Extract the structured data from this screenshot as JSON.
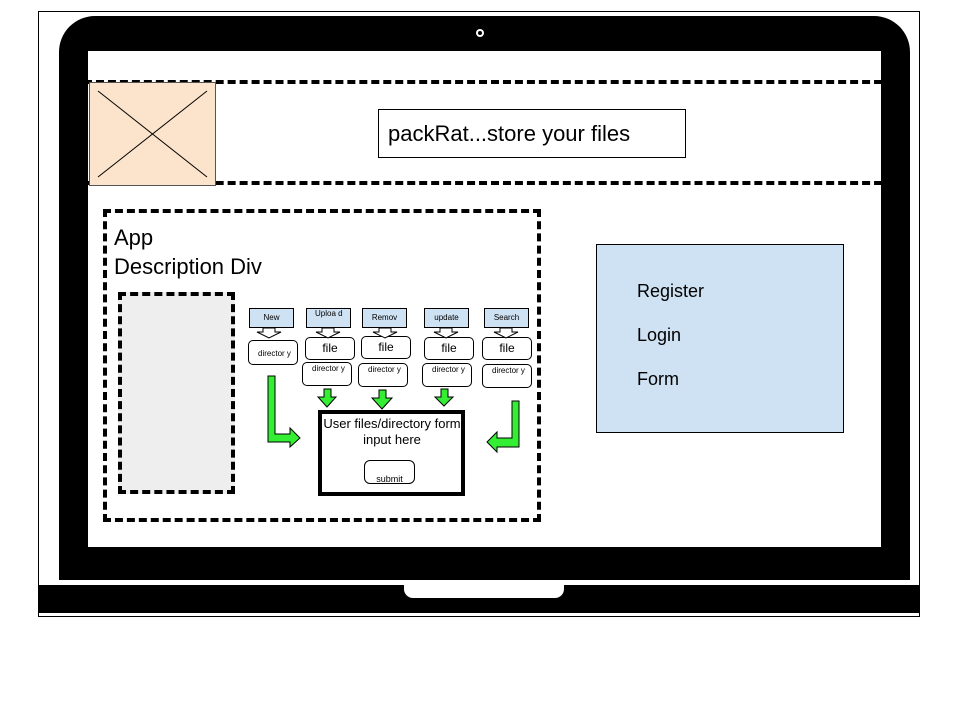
{
  "app": {
    "title": "packRat...store your files"
  },
  "description": {
    "line1": "App",
    "line2": "Description Div"
  },
  "commands": [
    {
      "label": "New",
      "file": "",
      "directory": "director y"
    },
    {
      "label": "Uploa d",
      "file": "file",
      "directory": "director y"
    },
    {
      "label": "Remov",
      "file": "file",
      "directory": "director y"
    },
    {
      "label": "update",
      "file": "file",
      "directory": "director y"
    },
    {
      "label": "Search",
      "file": "file",
      "directory": "director y"
    }
  ],
  "form": {
    "text": "User files/directory form input here",
    "submit_label": "submit"
  },
  "auth_panel": {
    "items": [
      "Register",
      "Login",
      "Form"
    ]
  },
  "colors": {
    "command_fill": "#cfe2f3",
    "arrow_fill": "#33ee33",
    "logo_fill": "#fce4cc",
    "auth_fill": "#cfe2f3",
    "image_placeholder_fill": "#eeeeee"
  }
}
